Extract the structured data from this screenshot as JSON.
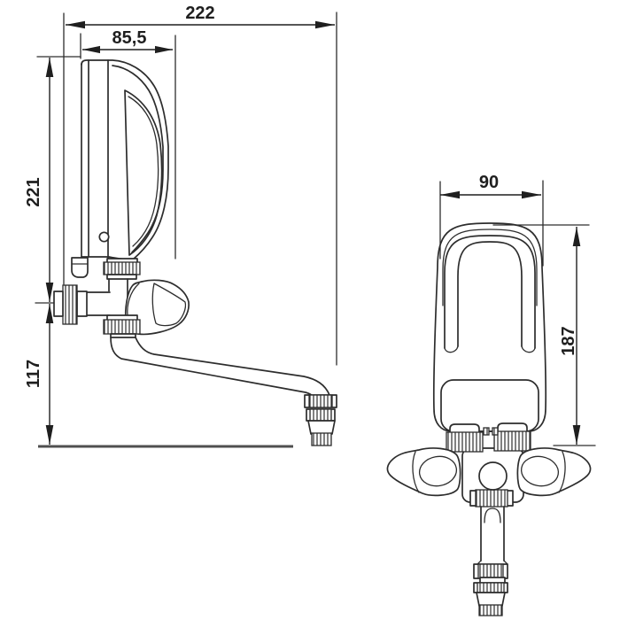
{
  "colors": {
    "background": "#ffffff",
    "line": "#2d2d2d",
    "dimension_text": "#1f1f1f",
    "baseline": "#4f4f4f"
  },
  "side_view": {
    "dim_total_depth": "222",
    "dim_body_depth": "85,5",
    "dim_body_height": "221",
    "dim_spout_height": "117"
  },
  "front_view": {
    "dim_body_width": "90",
    "dim_total_height": "187"
  }
}
